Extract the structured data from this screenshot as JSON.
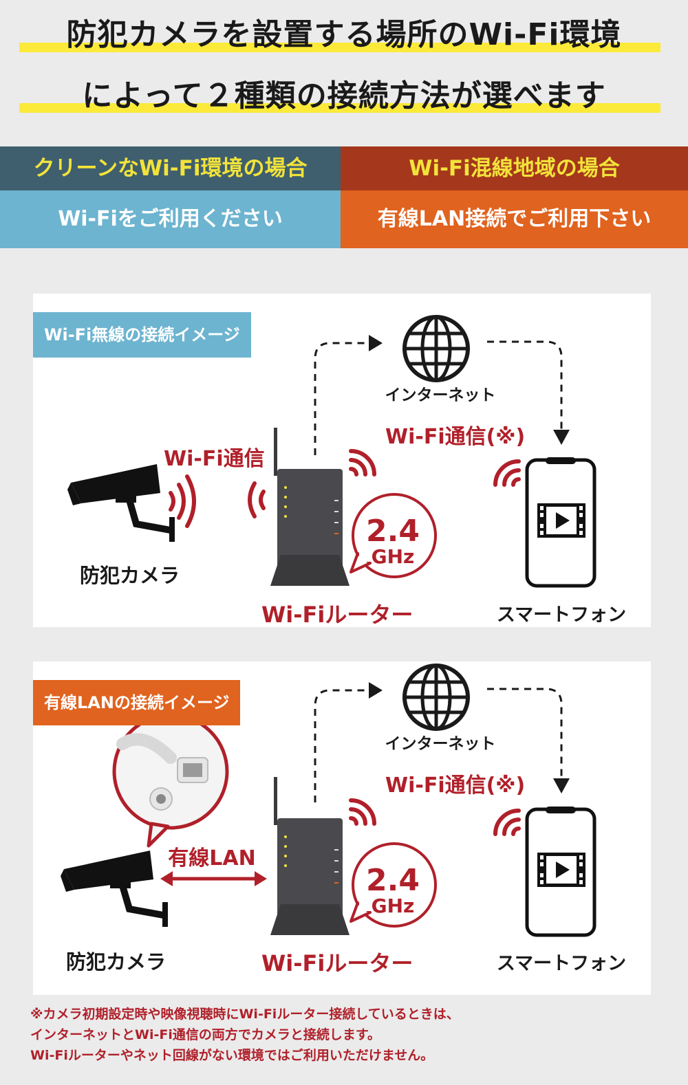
{
  "headline": {
    "line1": "防犯カメラを設置する場所のWi-Fi環境",
    "line2": "によって２種類の接続方法が選べます"
  },
  "banners": {
    "clean_title": "クリーンなWi-Fi環境の場合",
    "clean_sub": "Wi-Fiをご利用ください",
    "crowded_title": "Wi-Fi混線地域の場合",
    "crowded_sub": "有線LAN接続でご利用下さい"
  },
  "panel_wifi": {
    "tag": "Wi-Fi無線の接続イメージ",
    "internet": "インターネット",
    "wifi_comm": "Wi-Fi通信",
    "wifi_comm_note": "Wi-Fi通信(※)",
    "camera": "防犯カメラ",
    "router": "Wi-Fiルーター",
    "smartphone": "スマートフォン",
    "band_value": "2.4",
    "band_unit": "GHz"
  },
  "panel_lan": {
    "tag": "有線LANの接続イメージ",
    "internet": "インターネット",
    "wired": "有線LAN",
    "wifi_comm_note": "Wi-Fi通信(※)",
    "camera": "防犯カメラ",
    "router": "Wi-Fiルーター",
    "smartphone": "スマートフォン",
    "band_value": "2.4",
    "band_unit": "GHz"
  },
  "footnote": {
    "line1": "※カメラ初期設定時や映像視聴時にWi-Fiルーター接続しているときは、",
    "line2": "インターネットとWi-Fi通信の両方でカメラと接続します。",
    "line3": "Wi-Fiルーターやネット回線がない環境ではご利用いただけません。"
  },
  "colors": {
    "highlight": "#fbea3a",
    "clean_dark": "#3f5f6e",
    "clean_light": "#6db4d0",
    "crowded_dark": "#a5371c",
    "crowded_light": "#e0631f",
    "accent_red": "#b0202a"
  }
}
